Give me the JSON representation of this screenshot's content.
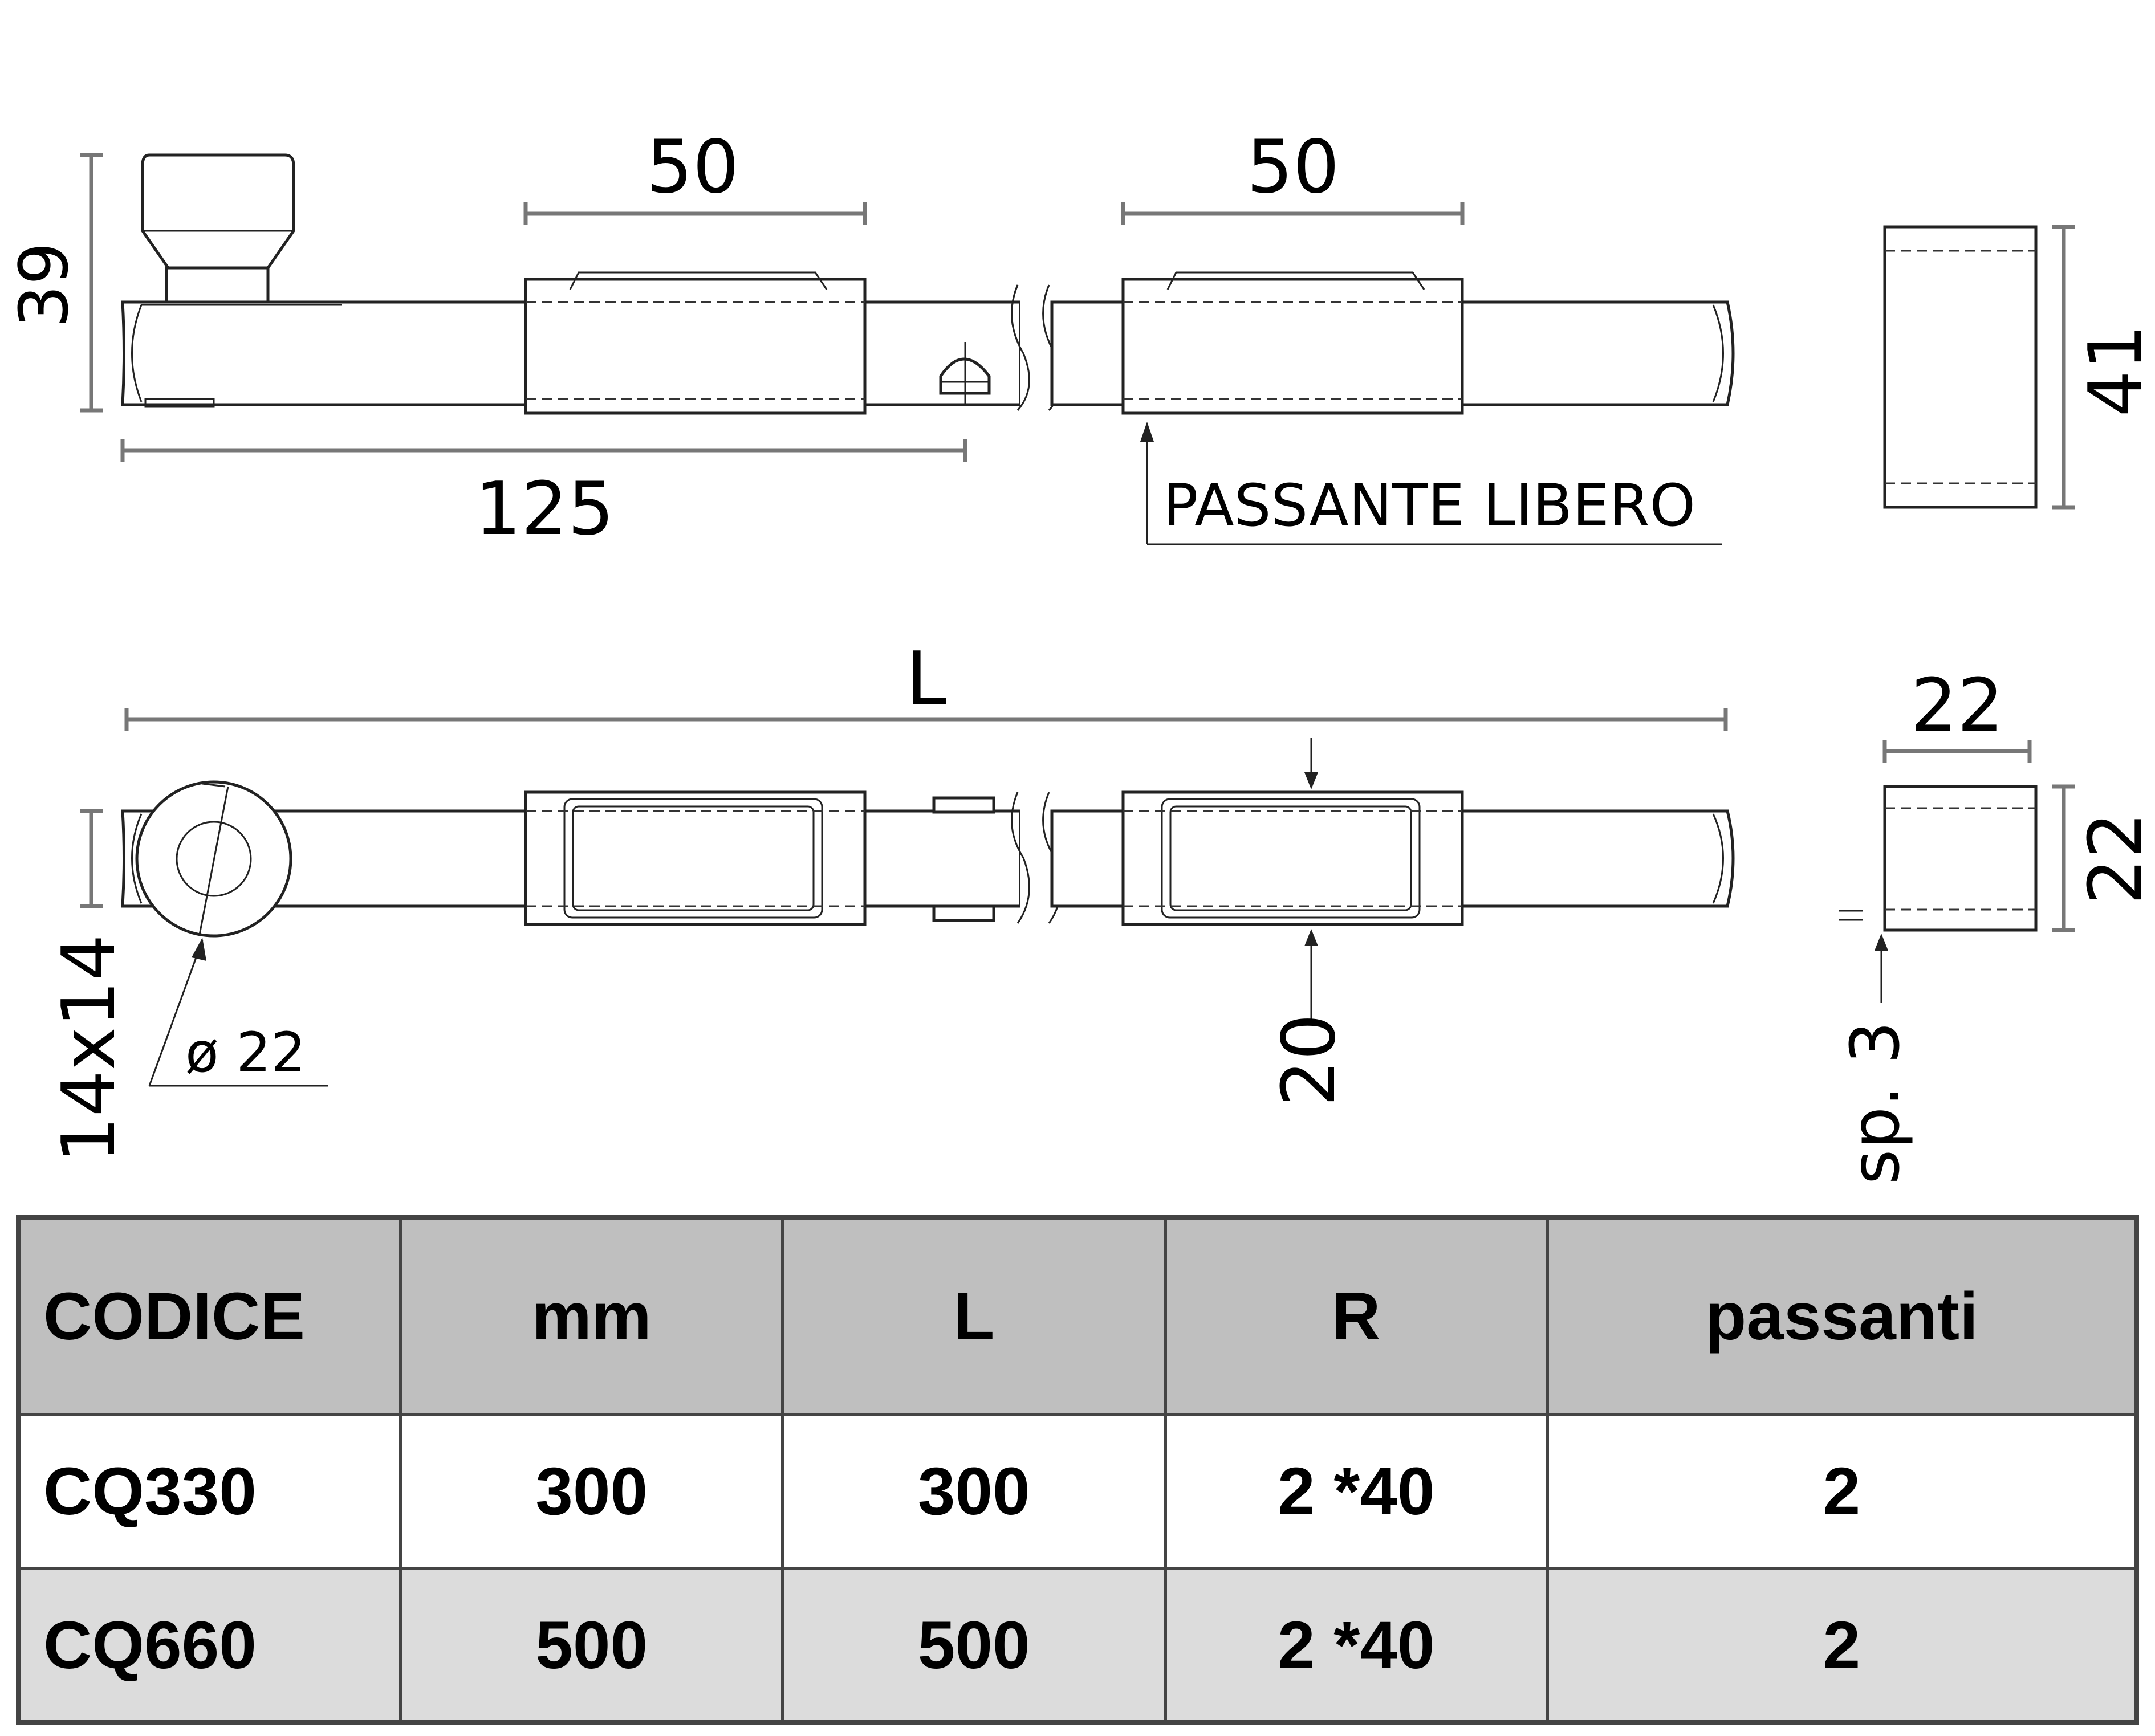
{
  "dimensions": {
    "height_top": "39",
    "hub_length": "125",
    "passante_1": "50",
    "passante_2": "50",
    "passante_height": "41",
    "total_length": "L",
    "bar_section": "14x14",
    "knob_diameter": "ø 22",
    "passante_gap": "20",
    "end_width": "22",
    "end_height": "22",
    "thickness": "sp. 3"
  },
  "labels": {
    "passante_libero": "PASSANTE LIBERO"
  },
  "table": {
    "headers": [
      "CODICE",
      "mm",
      "L",
      "R",
      "passanti"
    ],
    "rows": [
      [
        "CQ330",
        "300",
        "300",
        "2 *40",
        "2"
      ],
      [
        "CQ660",
        "500",
        "500",
        "2 *40",
        "2"
      ]
    ]
  },
  "colors": {
    "header_bg": "#bfbfbf",
    "row_alt_bg": "#dcdcdc",
    "dimension_line": "#777777",
    "border": "#444444"
  }
}
